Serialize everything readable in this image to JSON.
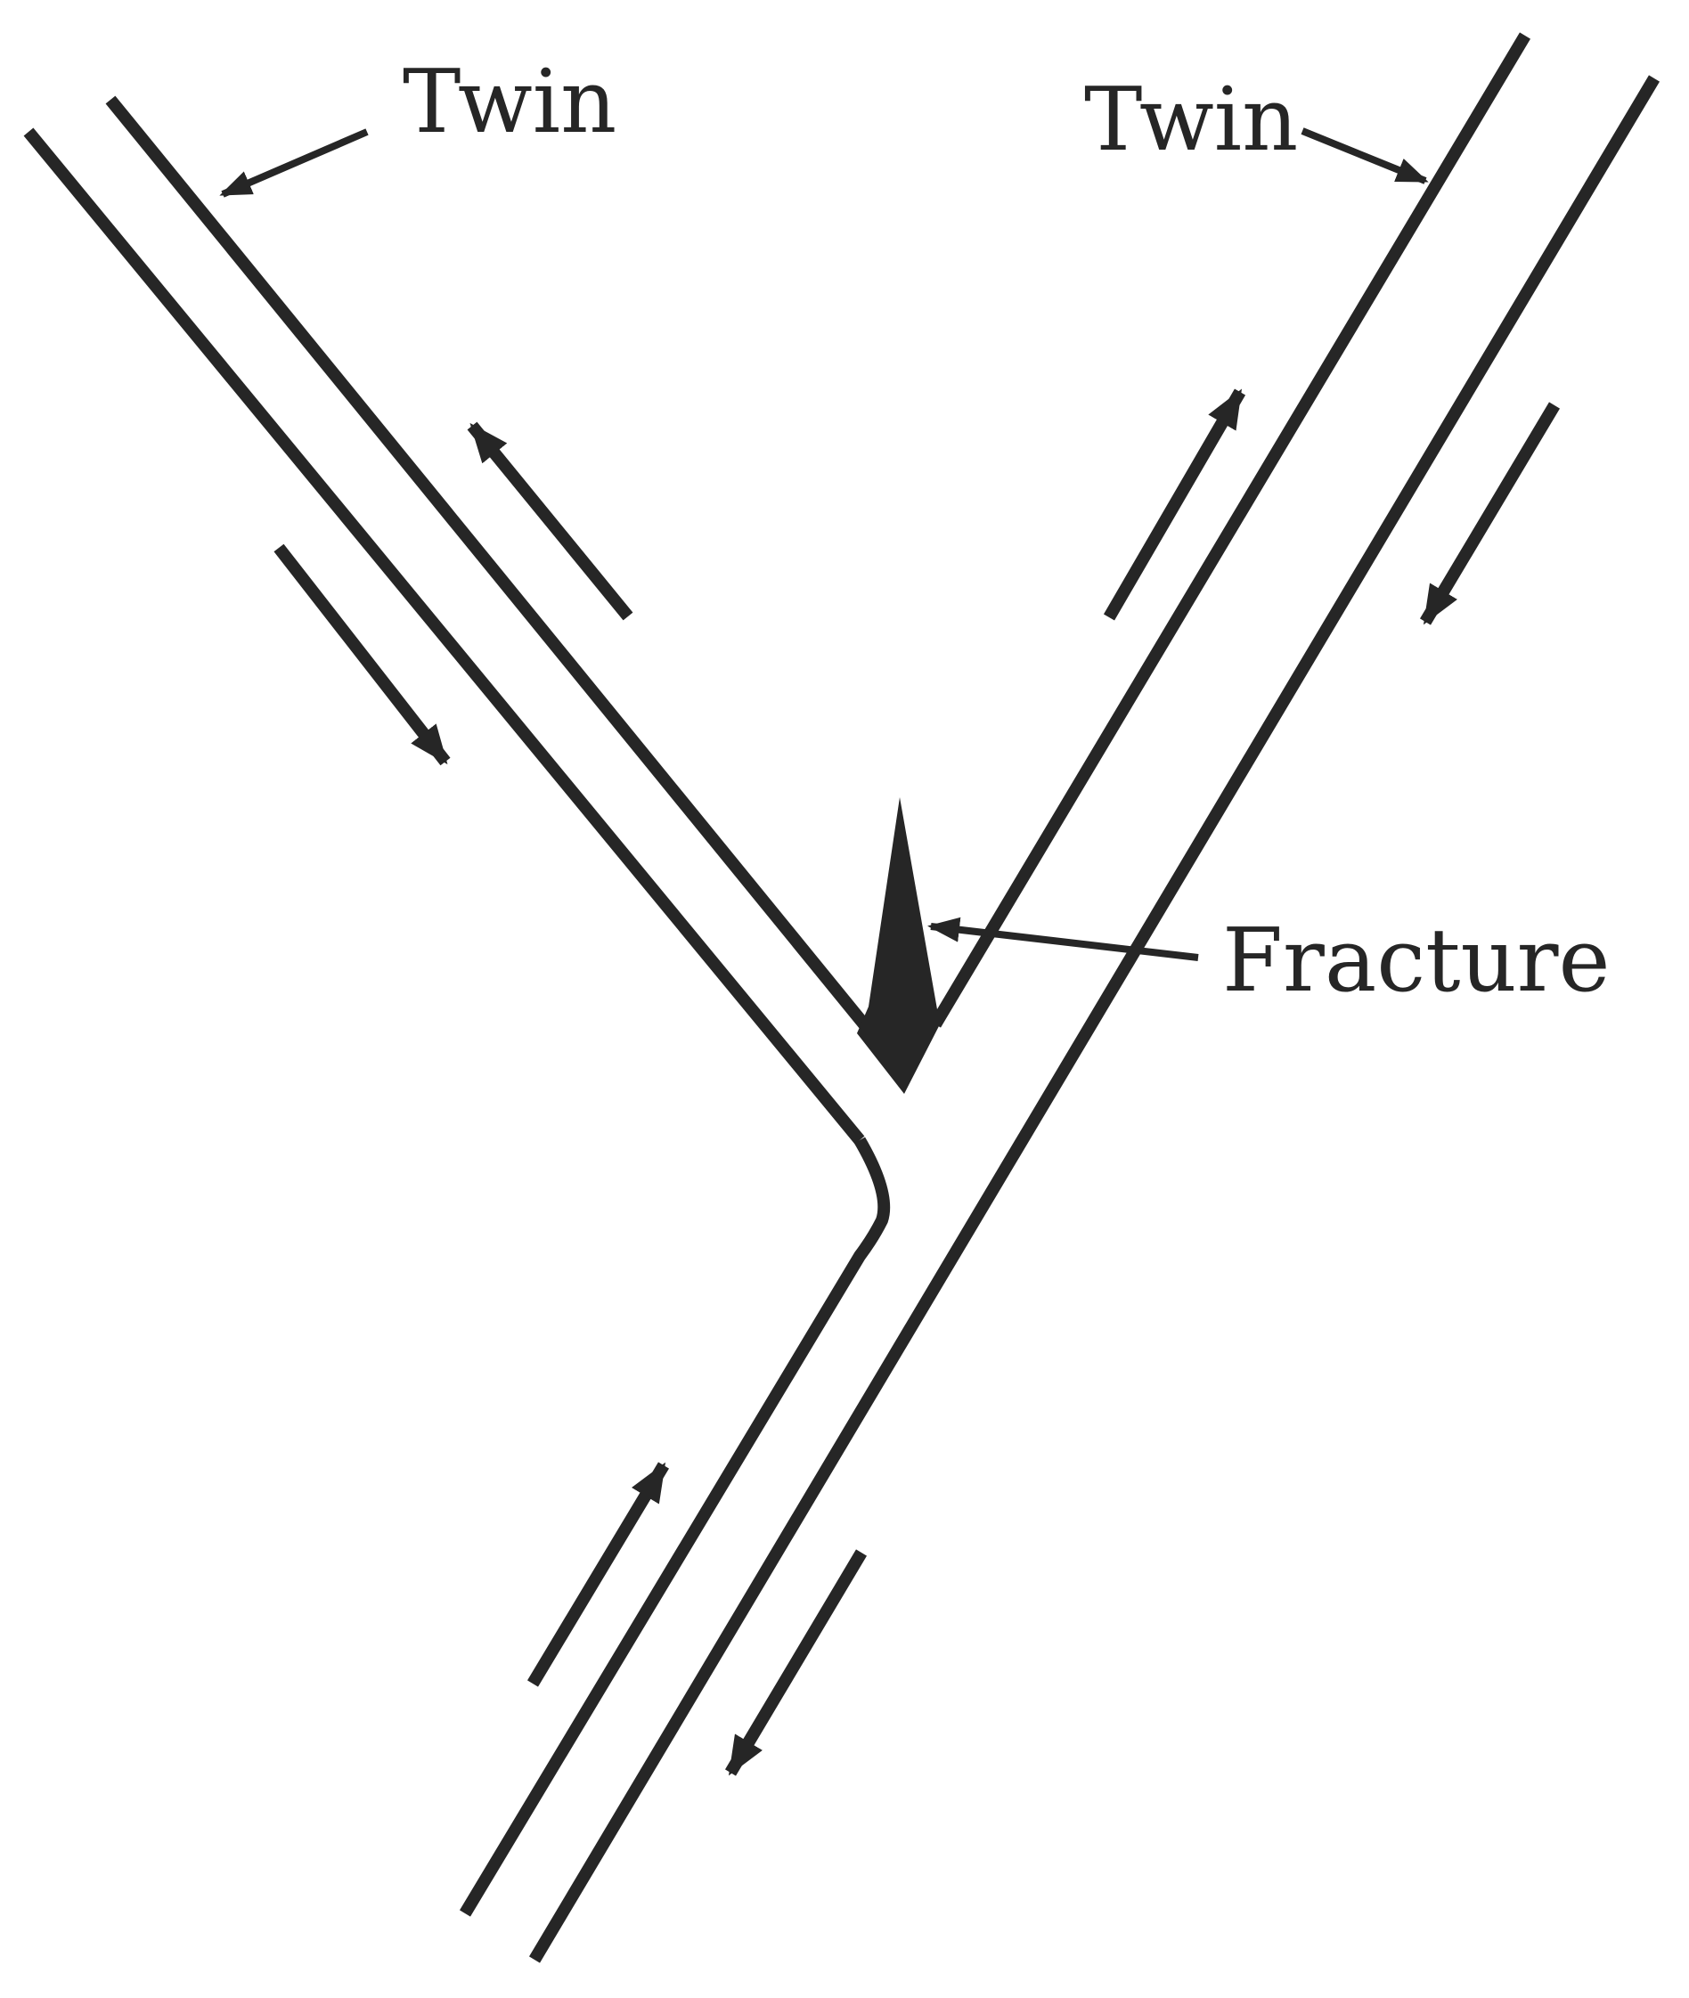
{
  "colors": {
    "ink": "#262626",
    "background": "#ffffff"
  },
  "labels": {
    "twin_left": "Twin",
    "twin_right": "Twin",
    "fracture": "Fracture"
  }
}
